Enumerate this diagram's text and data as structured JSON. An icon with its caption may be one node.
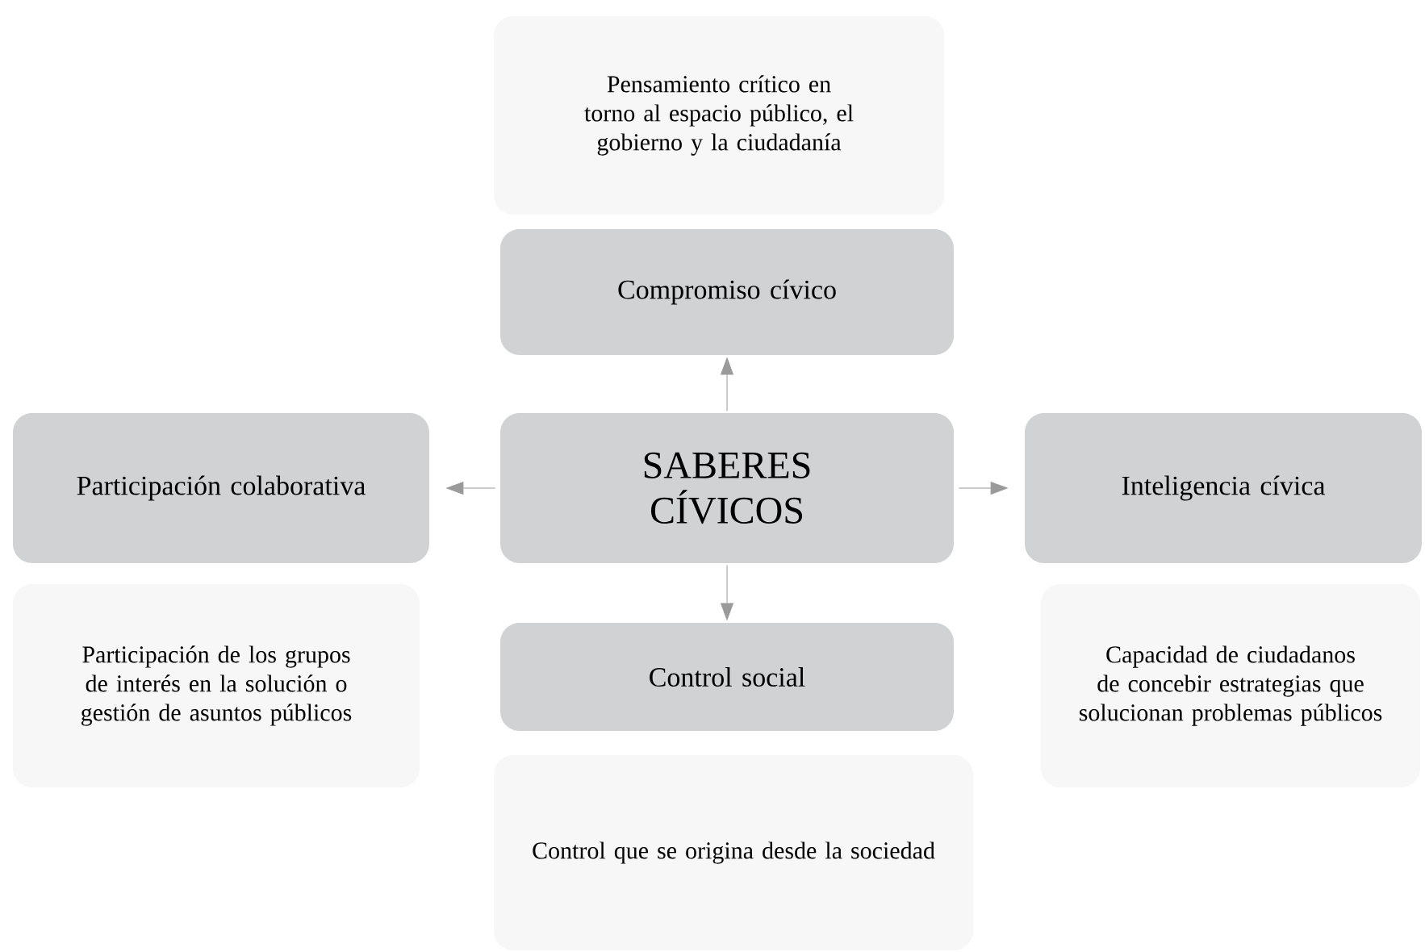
{
  "diagram": {
    "nodes": [
      {
        "text": [
          "Pensamiento crítico en torno al espacio público, el gobierno y la ciudadanía"
        ]
      },
      {
        "text": [
          "Compromiso cívico"
        ]
      },
      {
        "text": [
          "Participación colaborativa"
        ]
      },
      {
        "text": [
          "SABERES CÍVICOS"
        ]
      },
      {
        "text": [
          "Inteligencia cívica"
        ]
      },
      {
        "text": [
          "Participación de los grupos de interés en la solución o gestión de asuntos públicos"
        ]
      },
      {
        "text": [
          "Control social"
        ]
      },
      {
        "text": [
          "Capacidad de ciudadanos de concebir estrategias que solucionan problemas públicos"
        ]
      },
      {
        "text": [
          "Control que se origina desde la sociedad"
        ]
      }
    ],
    "edges": [
      {
        "from": 3,
        "to": 1,
        "arrow": "to"
      },
      {
        "from": 3,
        "to": 2,
        "arrow": "to"
      },
      {
        "from": 3,
        "to": 4,
        "arrow": "to"
      },
      {
        "from": 3,
        "to": 6,
        "arrow": "to"
      }
    ]
  }
}
